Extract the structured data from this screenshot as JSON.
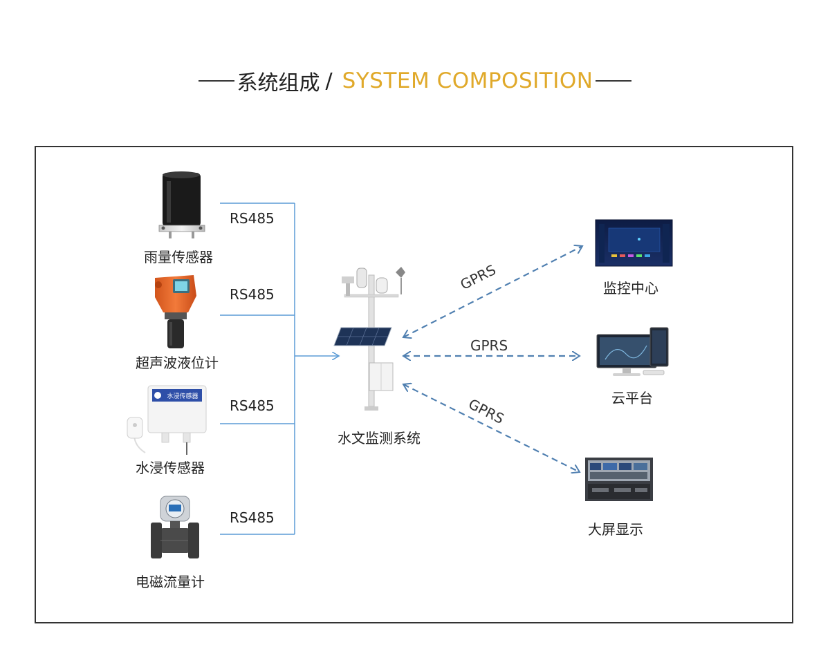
{
  "header": {
    "title_cn": "系统组成",
    "separator": "/",
    "title_en": "SYSTEM COMPOSITION",
    "accent_color": "#e0a92a"
  },
  "sensors": [
    {
      "label": "雨量传感器",
      "link": "RS485",
      "icon": "rain-gauge-icon"
    },
    {
      "label": "超声波液位计",
      "link": "RS485",
      "icon": "ultrasonic-level-meter-icon"
    },
    {
      "label": "水浸传感器",
      "link": "RS485",
      "icon": "water-immersion-sensor-icon",
      "device_text": "水浸传感器"
    },
    {
      "label": "电磁流量计",
      "link": "RS485",
      "icon": "electromagnetic-flowmeter-icon"
    }
  ],
  "station": {
    "label": "水文监测系统",
    "icon": "hydrology-station-icon"
  },
  "outputs": [
    {
      "label": "监控中心",
      "link": "GPRS",
      "icon": "monitor-center-icon"
    },
    {
      "label": "云平台",
      "link": "GPRS",
      "icon": "cloud-platform-icon"
    },
    {
      "label": "大屏显示",
      "link": "GPRS",
      "icon": "big-screen-icon"
    }
  ],
  "colors": {
    "bus_line": "#5b9bd5",
    "gprs_line": "#4f7fb0",
    "frame": "#333333"
  }
}
